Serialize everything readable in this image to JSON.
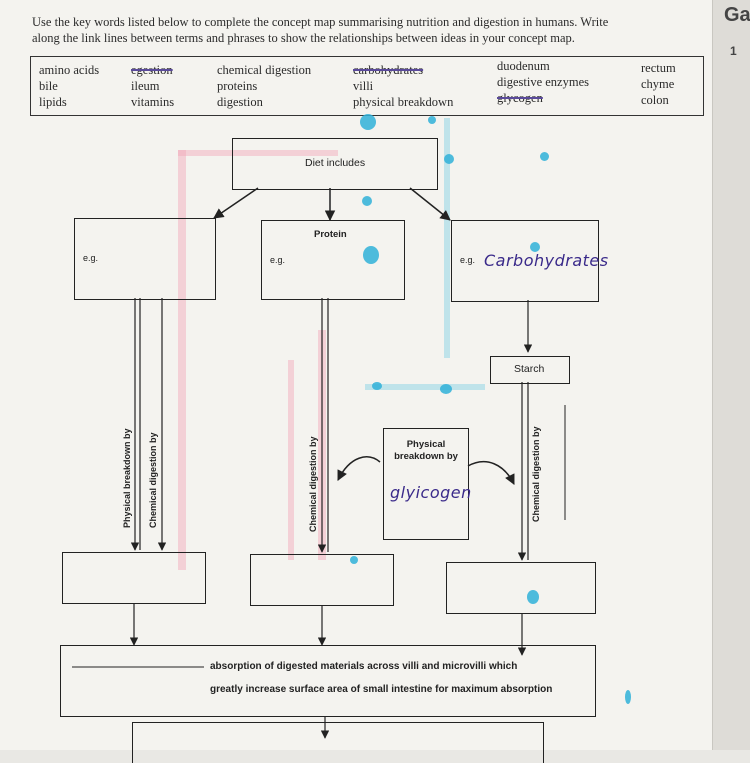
{
  "instructions": {
    "line1": "Use the key words listed below to complete the concept map summarising nutrition and digestion in humans. Write",
    "line2": "along the link lines between terms and phrases to show the relationships between ideas in your concept map."
  },
  "side": {
    "letter": "Ga",
    "number": "1"
  },
  "keywords": [
    {
      "text": "amino acids",
      "struck": false
    },
    {
      "text": "bile",
      "struck": false
    },
    {
      "text": "lipids",
      "struck": false
    },
    {
      "text": "egestion",
      "struck": true
    },
    {
      "text": "ileum",
      "struck": false
    },
    {
      "text": "vitamins",
      "struck": false
    },
    {
      "text": "chemical digestion",
      "struck": false
    },
    {
      "text": "proteins",
      "struck": false
    },
    {
      "text": "digestion",
      "struck": false
    },
    {
      "text": "carbohydrates",
      "struck": true
    },
    {
      "text": "villi",
      "struck": false
    },
    {
      "text": "physical breakdown",
      "struck": false
    },
    {
      "text": "duodenum",
      "struck": false
    },
    {
      "text": "digestive enzymes",
      "struck": false
    },
    {
      "text": "glycogen",
      "struck": true
    },
    {
      "text": "rectum",
      "struck": false
    },
    {
      "text": "chyme",
      "struck": false
    },
    {
      "text": "colon",
      "struck": false
    }
  ],
  "map": {
    "diet": "Diet includes",
    "protein": "Protein",
    "eg": "e.g.",
    "carbs_handwritten": "Carbohydrates",
    "starch": "Starch",
    "physical_breakdown_by": "Physical breakdown by",
    "chemical_digestion_by": "Chemical digestion by",
    "physical_box_label": "Physical breakdown by",
    "glycogen_handwritten": "glyicogen",
    "absorption_line1": "absorption of digested materials across villi and microvilli which",
    "absorption_line2": "greatly increase surface area of small intestine for maximum absorption"
  },
  "colors": {
    "ink": "#222222",
    "handwriting": "#3a2a8a",
    "highlighter_blue": "#2fb0d8",
    "highlighter_pink": "#f2a6b8"
  }
}
